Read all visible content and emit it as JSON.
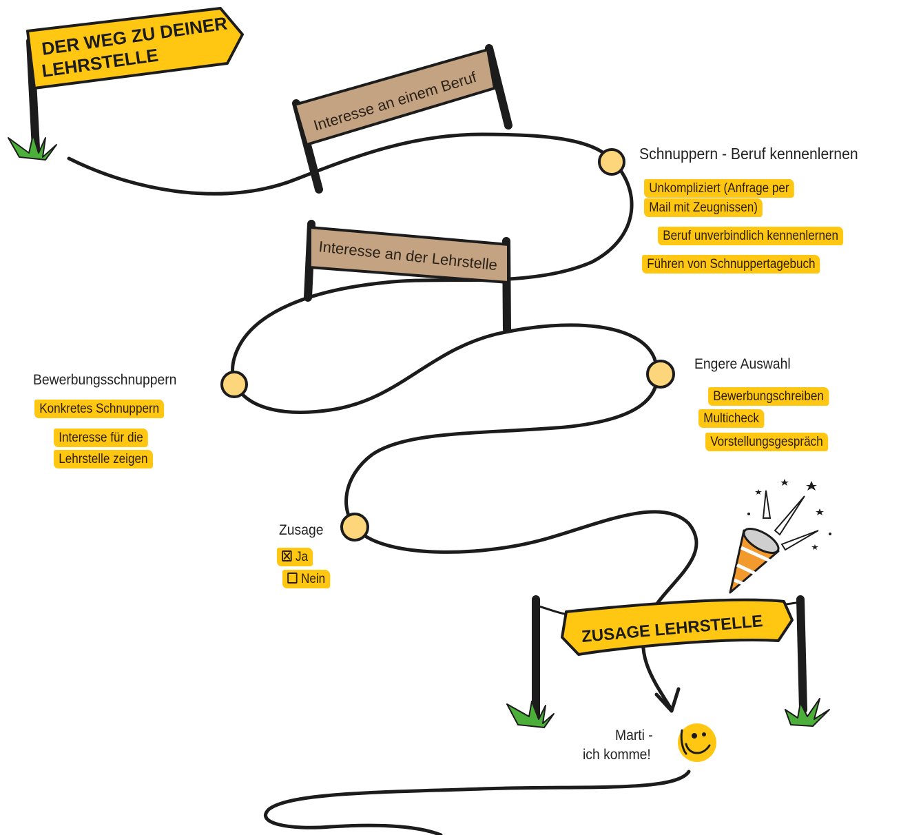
{
  "title_sign": {
    "line1": "DER WEG ZU DEINER",
    "line2": "LEHRSTELLE"
  },
  "hurdles": {
    "beruf": "Interesse an einem Beruf",
    "lehrstelle": "Interesse an der Lehrstelle"
  },
  "steps": {
    "schnuppern": {
      "title": "Schnuppern - Beruf kennenlernen",
      "items": [
        "Unkompliziert (Anfrage per",
        "Mail mit Zeugnissen)",
        "Beruf unverbindlich kennenlernen",
        "Führen von Schnuppertagebuch"
      ]
    },
    "bewerbung": {
      "title": "Bewerbungsschnuppern",
      "items": [
        "Konkretes Schnuppern",
        "Interesse für die",
        "Lehrstelle zeigen"
      ]
    },
    "auswahl": {
      "title": "Engere Auswahl",
      "items": [
        "Bewerbungschreiben",
        "Multicheck",
        "Vorstellungsgespräch"
      ]
    },
    "zusage": {
      "title": "Zusage",
      "options": [
        {
          "label": "Ja",
          "checked": true
        },
        {
          "label": "Nein",
          "checked": false
        }
      ]
    }
  },
  "finish_banner": "ZUSAGE LEHRSTELLE",
  "smiley_caption": {
    "line1": "Marti -",
    "line2": "ich komme!"
  },
  "colors": {
    "accent": "#ffc712",
    "node_fill": "#fdd57a",
    "hurdle_board": "#c4a383",
    "line": "#1c1c1c",
    "grass": "#4caf3a"
  }
}
